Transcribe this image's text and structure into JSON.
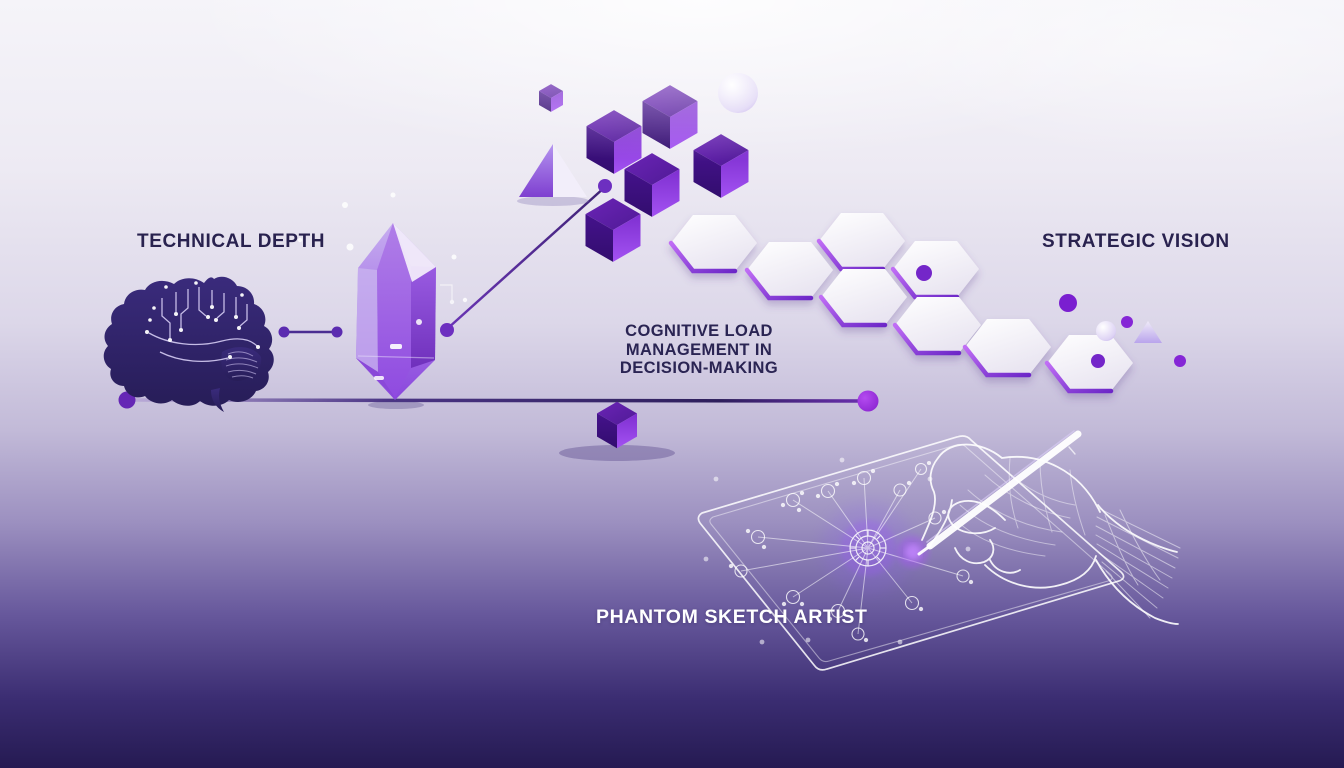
{
  "labels": {
    "technical_depth": "TECHNICAL DEPTH",
    "strategic_vision": "STRATEGIC VISION",
    "phantom_sketch_artist": "PHANTOM SKETCH ARTIST"
  },
  "caption": {
    "lines": [
      "COGNITIVE LOAD",
      "MANAGEMENT IN",
      "DECISION-MAKING"
    ]
  },
  "icons": {
    "brain": "circuit-brain-icon",
    "crystal": "crystal-prism-icon",
    "cubes": "isometric-cube-cluster-icon",
    "pyramid": "pyramid-icon",
    "sphere": "sphere-icon",
    "hexagons": "hexagon-path-icon",
    "balance_beam": "balance-beam-icon",
    "fulcrum_cube": "fulcrum-cube-icon",
    "tablet": "wireframe-tablet-icon",
    "hand": "wireframe-hand-stylus-icon",
    "network": "mindmap-network-icon"
  },
  "colors": {
    "background_top": "#f5f4f9",
    "background_bottom": "#251a52",
    "cube_top": "#5b1fa4",
    "cube_left": "#42128a",
    "cube_right": "#8e3ce0",
    "crystal_body": "#8a46dd",
    "hexagon_fill": "#ffffff",
    "hexagon_edge": "#8b3fe0",
    "beam_dark": "#2e1f5c",
    "accent_dot": "#7a1fd0",
    "brain_fill": "#2e2366",
    "text_dark": "#29224f",
    "text_light": "#ffffff",
    "wireframe": "#ffffff"
  }
}
